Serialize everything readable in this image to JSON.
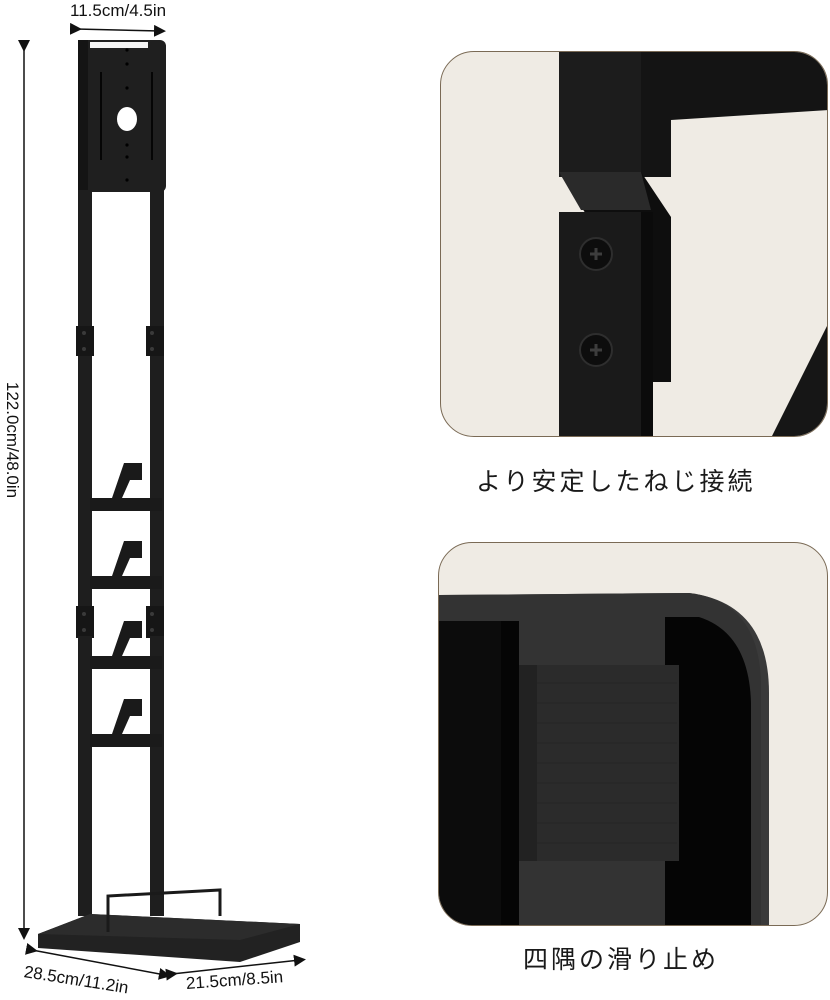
{
  "product": {
    "name": "Vacuum cleaner stand",
    "illustration": "black metal stand with top mounting plate, four accessory hooks and rectangular base"
  },
  "dimensions": {
    "width_top": "11.5cm/4.5in",
    "height": "122.0cm/48.0in",
    "base_depth": "28.5cm/11.2in",
    "base_width": "21.5cm/8.5in"
  },
  "features": [
    {
      "caption": "より安定したねじ接続",
      "image": "close-up of screwed joint bracket"
    },
    {
      "caption": "四隅の滑り止め",
      "image": "close-up of anti-slip pad on base corner"
    }
  ],
  "colors": {
    "background": "#ffffff",
    "panel_bg": "#efebe4",
    "panel_border": "#7a6a55",
    "metal": "#1c1c1c",
    "metal_highlight": "#3a3a3a"
  }
}
